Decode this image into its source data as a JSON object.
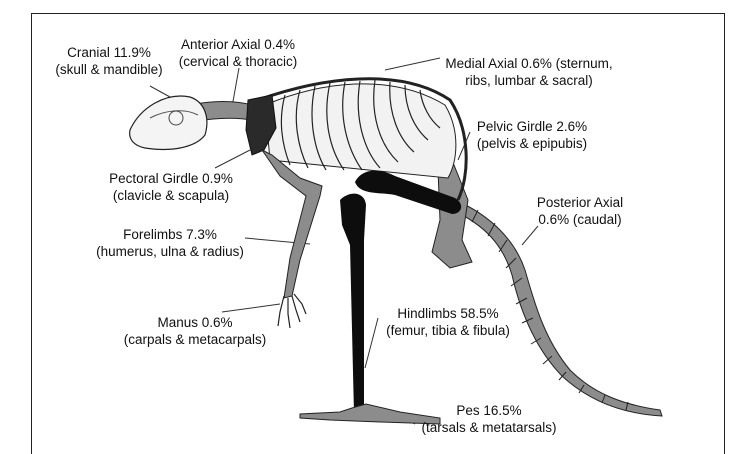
{
  "labels": {
    "cranial": {
      "name": "Cranial 11.9%",
      "detail": "(skull & mandible)"
    },
    "anterior_axial": {
      "name": "Anterior Axial 0.4%",
      "detail": "(cervical & thoracic)"
    },
    "medial_axial": {
      "name": "Medial Axial 0.6% (sternum,",
      "detail": "ribs, lumbar & sacral)"
    },
    "pelvic_girdle": {
      "name": "Pelvic Girdle 2.6%",
      "detail": "(pelvis & epipubis)"
    },
    "pectoral_girdle": {
      "name": "Pectoral Girdle 0.9%",
      "detail": "(clavicle & scapula)"
    },
    "posterior_axial": {
      "name": "Posterior Axial",
      "detail": "0.6% (caudal)"
    },
    "forelimbs": {
      "name": "Forelimbs 7.3%",
      "detail": "(humerus, ulna & radius)"
    },
    "manus": {
      "name": "Manus 0.6%",
      "detail": "(carpals & metacarpals)"
    },
    "hindlimbs": {
      "name": "Hindlimbs 58.5%",
      "detail": "(femur, tibia & fibula)"
    },
    "pes": {
      "name": "Pes 16.5%",
      "detail": "(tarsals & metatarsals)"
    }
  },
  "colors": {
    "hindlimb": "#0d0d0d",
    "grey_bone": "#8c8c8c",
    "light_bone": "#f2f2f2",
    "outline": "#222222"
  }
}
